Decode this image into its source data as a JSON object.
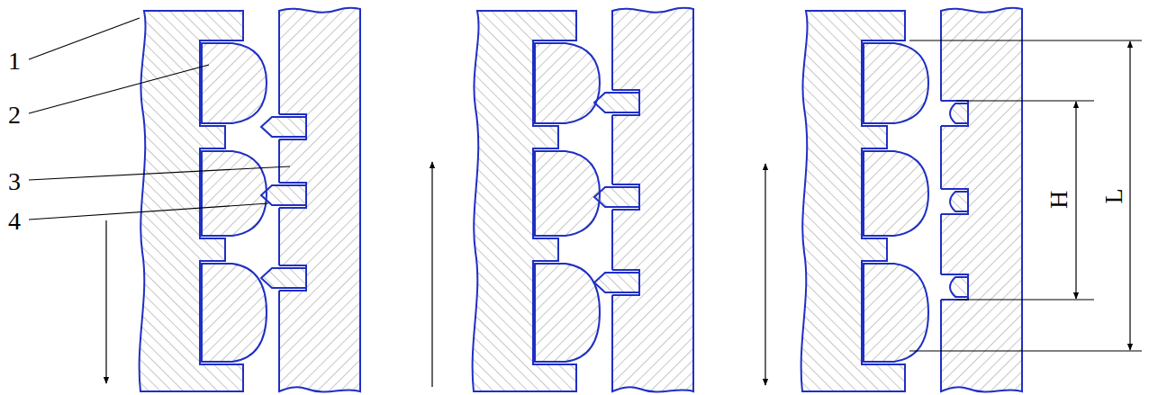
{
  "diagram": {
    "labels": [
      "1",
      "2",
      "3",
      "4",
      "H",
      "L"
    ]
  }
}
